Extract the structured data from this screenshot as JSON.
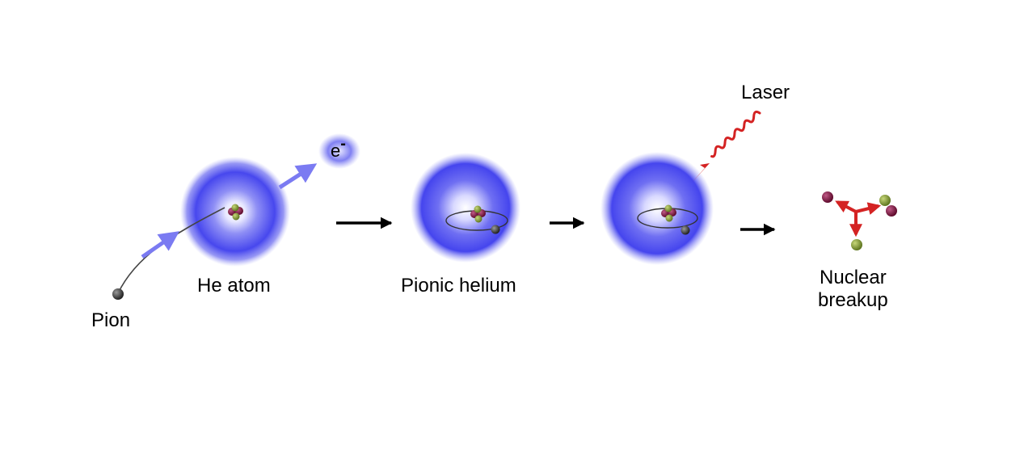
{
  "labels": {
    "pion": "Pion",
    "he_atom": "He atom",
    "electron": "e",
    "electron_sign": "-",
    "pionic_helium": "Pionic helium",
    "laser": "Laser",
    "nuclear_breakup": "Nuclear\nbreakup"
  },
  "colors": {
    "cloud": "#4a4af0",
    "pion_arrow": "#7b7bf2",
    "laser": "#d42323",
    "proton": "#8a1446",
    "neutron": "#8ea63a",
    "pion": "#3d3d3d",
    "step_arrow": "#000000"
  }
}
